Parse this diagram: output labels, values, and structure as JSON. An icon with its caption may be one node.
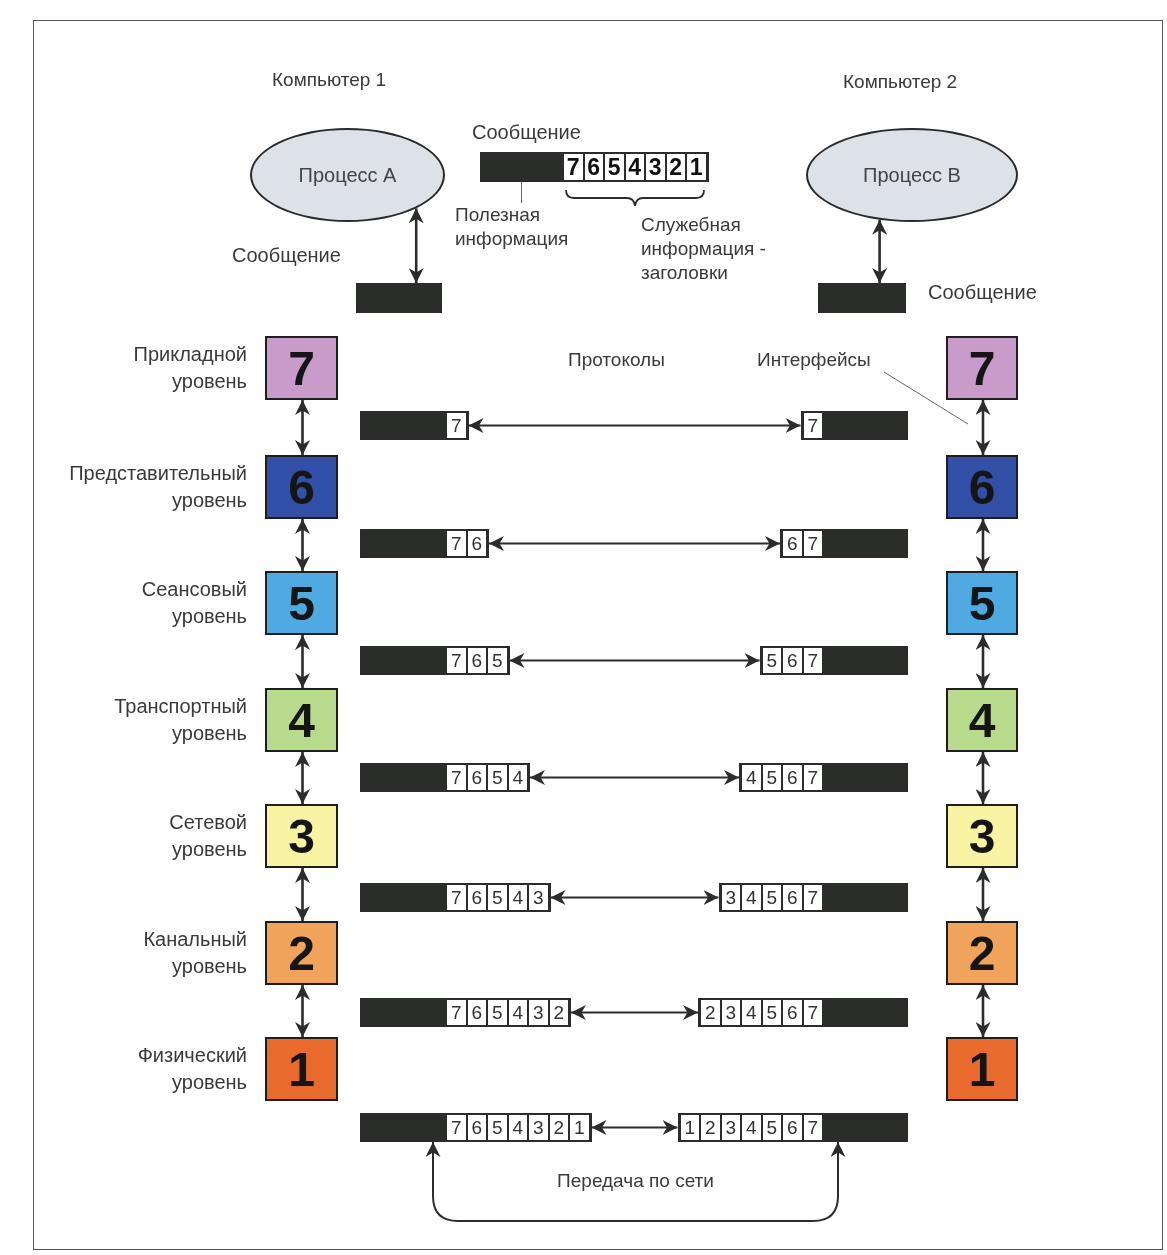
{
  "diagram": {
    "nodes": [
      {
        "text": [
          "Процесс A"
        ]
      },
      {
        "text": [
          "Процесс B"
        ]
      },
      {
        "text": [
          "7",
          "6",
          "5",
          "4",
          "3",
          "2",
          "1"
        ],
        "beside": [
          "Сообщение"
        ]
      },
      {
        "text": [
          "Полезная информация"
        ]
      },
      {
        "text": [],
        "shape": "bar",
        "beside": [
          "Сообщение"
        ]
      },
      {
        "text": [],
        "shape": "bar",
        "beside": [
          "Сообщение"
        ]
      },
      {
        "text": [
          "Интерфейсы"
        ]
      },
      {
        "text": [
          "7"
        ],
        "beside": [
          "Прикладной уровень"
        ]
      },
      {
        "text": [
          "7"
        ]
      },
      {
        "text": [
          "7"
        ]
      },
      {
        "text": [
          "7"
        ]
      },
      {
        "text": [
          "6"
        ],
        "beside": [
          "Представительный уровень"
        ]
      },
      {
        "text": [
          "6"
        ]
      },
      {
        "text": [
          "7",
          "6"
        ]
      },
      {
        "text": [
          "6",
          "7"
        ]
      },
      {
        "text": [
          "5"
        ],
        "beside": [
          "Сеансовый уровень"
        ]
      },
      {
        "text": [
          "5"
        ]
      },
      {
        "text": [
          "7",
          "6",
          "5"
        ]
      },
      {
        "text": [
          "5",
          "6",
          "7"
        ]
      },
      {
        "text": [
          "4"
        ],
        "beside": [
          "Транспортный уровень"
        ]
      },
      {
        "text": [
          "4"
        ]
      },
      {
        "text": [
          "7",
          "6",
          "5",
          "4"
        ]
      },
      {
        "text": [
          "4",
          "5",
          "6",
          "7"
        ]
      },
      {
        "text": [
          "3"
        ],
        "beside": [
          "Сетевой уровень"
        ]
      },
      {
        "text": [
          "3"
        ]
      },
      {
        "text": [
          "7",
          "6",
          "5",
          "4",
          "3"
        ]
      },
      {
        "text": [
          "3",
          "4",
          "5",
          "6",
          "7"
        ]
      },
      {
        "text": [
          "2"
        ],
        "beside": [
          "Канальный уровень"
        ]
      },
      {
        "text": [
          "2"
        ]
      },
      {
        "text": [
          "7",
          "6",
          "5",
          "4",
          "3",
          "2"
        ]
      },
      {
        "text": [
          "2",
          "3",
          "4",
          "5",
          "6",
          "7"
        ]
      },
      {
        "text": [
          "1"
        ],
        "beside": [
          "Физический уровень"
        ]
      },
      {
        "text": [
          "1"
        ]
      },
      {
        "text": [
          "7",
          "6",
          "5",
          "4",
          "3",
          "2",
          "1"
        ]
      },
      {
        "text": [
          "1",
          "2",
          "3",
          "4",
          "5",
          "6",
          "7"
        ]
      }
    ],
    "edges": [
      {
        "from": 0,
        "to": 4,
        "arrow": "both"
      },
      {
        "from": 1,
        "to": 5,
        "arrow": "both"
      },
      {
        "from": 3,
        "to": 2,
        "arrow": "none"
      },
      {
        "from": 6,
        "to": null,
        "arrow": "none"
      },
      {
        "from": 7,
        "to": 11,
        "arrow": "both"
      },
      {
        "from": 11,
        "to": 15,
        "arrow": "both"
      },
      {
        "from": 15,
        "to": 19,
        "arrow": "both"
      },
      {
        "from": 19,
        "to": 23,
        "arrow": "both"
      },
      {
        "from": 23,
        "to": 27,
        "arrow": "both"
      },
      {
        "from": 27,
        "to": 31,
        "arrow": "both"
      },
      {
        "from": 8,
        "to": 12,
        "arrow": "both"
      },
      {
        "from": 12,
        "to": 16,
        "arrow": "both"
      },
      {
        "from": 16,
        "to": 20,
        "arrow": "both"
      },
      {
        "from": 20,
        "to": 24,
        "arrow": "both"
      },
      {
        "from": 24,
        "to": 28,
        "arrow": "both"
      },
      {
        "from": 28,
        "to": 32,
        "arrow": "both"
      },
      {
        "from": 9,
        "to": 10,
        "arrow": "both"
      },
      {
        "from": 13,
        "to": 14,
        "arrow": "both"
      },
      {
        "from": 17,
        "to": 18,
        "arrow": "both"
      },
      {
        "from": 21,
        "to": 22,
        "arrow": "both"
      },
      {
        "from": 25,
        "to": 26,
        "arrow": "both"
      },
      {
        "from": 29,
        "to": 30,
        "arrow": "both"
      },
      {
        "from": 33,
        "to": 34,
        "arrow": "both"
      },
      {
        "from": 33,
        "to": 34,
        "arrow": "both",
        "label": "Передача по сети"
      }
    ],
    "labels": [
      "Компьютер 1",
      "Компьютер 2",
      "Служебная информация - заголовки",
      "Протоколы"
    ]
  }
}
